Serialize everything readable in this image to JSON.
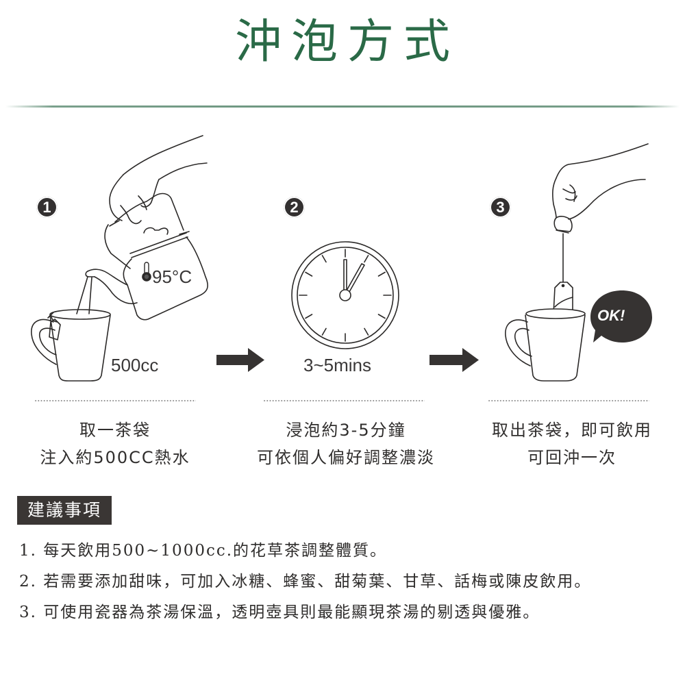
{
  "header": {
    "title": "沖泡方式"
  },
  "steps": [
    {
      "number": "1",
      "illustration": "hand-pouring-kettle-into-mug",
      "temperature_icon": "thermometer-icon",
      "temperature": "95°C",
      "volume": "500cc",
      "caption_lines": [
        "取一茶袋",
        "注入約500CC熱水"
      ]
    },
    {
      "number": "2",
      "illustration": "clock",
      "duration": "3~5mins",
      "caption_lines": [
        "浸泡約3-5分鐘",
        "可依個人偏好調整濃淡"
      ]
    },
    {
      "number": "3",
      "illustration": "hand-lifting-tea-bag-from-mug",
      "speech_bubble": "OK!",
      "caption_lines": [
        "取出茶袋，即可飲用",
        "可回沖一次"
      ]
    }
  ],
  "arrows": [
    "arrow-right-icon",
    "arrow-right-icon"
  ],
  "tips": {
    "heading": "建議事項",
    "items": [
      "1. 每天飲用500~1000cc.的花草茶調整體質。",
      "2. 若需要添加甜味，可加入冰糖、蜂蜜、甜菊葉、甘草、話梅或陳皮飲用。",
      "3. 可使用瓷器為茶湯保溫，透明壺具則最能顯現茶湯的剔透與優雅。"
    ]
  },
  "colors": {
    "title_green": "#2a6a47",
    "divider_green": "#6b957e",
    "dark": "#333030",
    "text": "#2f2d2c"
  }
}
